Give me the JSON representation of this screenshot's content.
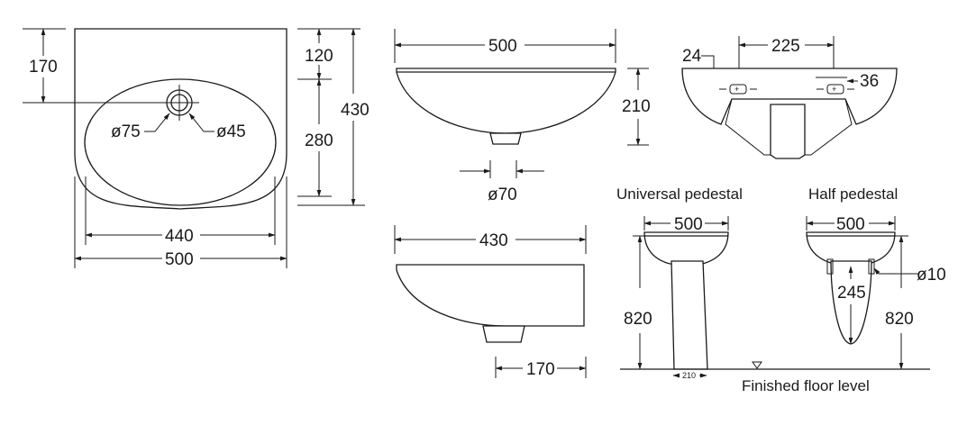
{
  "top_view": {
    "dim_170": "170",
    "dim_120": "120",
    "dim_280": "280",
    "dim_430": "430",
    "dim_440": "440",
    "dim_500": "500",
    "dia_75": "ø75",
    "dia_45": "ø45"
  },
  "front_view": {
    "dim_500": "500",
    "dim_210": "210",
    "dia_70": "ø70"
  },
  "side_view": {
    "dim_430": "430",
    "dim_170": "170"
  },
  "back_view": {
    "dim_24": "24",
    "dim_225": "225",
    "dim_36": "36"
  },
  "universal_pedestal": {
    "title": "Universal pedestal",
    "dim_500": "500",
    "dim_820": "820",
    "dim_210": "210"
  },
  "half_pedestal": {
    "title": "Half pedestal",
    "dim_500": "500",
    "dim_820": "820",
    "dim_245": "245",
    "dia_10": "ø10"
  },
  "floor": {
    "label": "Finished floor level"
  }
}
